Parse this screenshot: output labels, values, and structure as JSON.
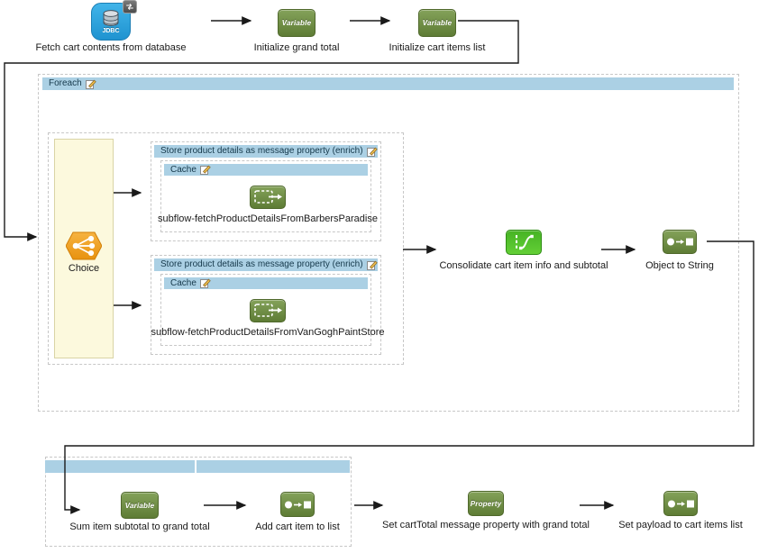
{
  "colors": {
    "scope_header_blue": "#abd0e4",
    "olive_green_component": "#5e7c35",
    "bright_green_component": "#46b324",
    "choice_orange": "#efa21d",
    "choice_lane_yellow": "#fcf9dd",
    "jdbc_blue": "#2aa0d8",
    "connector_black": "#1a1a1a",
    "dashed_border_gray": "#c7c7c7"
  },
  "top_row": {
    "fetch_cart": {
      "label": "Fetch cart contents from database",
      "icon_text": "JDBC"
    },
    "init_grand_total": {
      "label": "Initialize grand total",
      "badge": "Variable"
    },
    "init_cart_items": {
      "label": "Initialize cart items list",
      "badge": "Variable"
    }
  },
  "foreach_scope": {
    "title": "Foreach",
    "choice": {
      "label": "Choice"
    },
    "enricher_top": {
      "title": "Store product details as message property (enrich)",
      "cache_title": "Cache",
      "subflow_label": "subflow-fetchProductDetailsFromBarbersParadise"
    },
    "enricher_bottom": {
      "title": "Store product details as message property (enrich)",
      "cache_title": "Cache",
      "subflow_label": "subflow-fetchProductDetailsFromVanGoghPaintStore"
    },
    "consolidate": {
      "label": "Consolidate cart item info and subtotal"
    },
    "object_to_string": {
      "label": "Object to String"
    }
  },
  "bottom_row": {
    "sum_item_subtotal": {
      "label": "Sum item subtotal to grand total",
      "badge": "Variable"
    },
    "add_cart_item": {
      "label": "Add cart item to list"
    },
    "set_cart_total": {
      "label": "Set cartTotal message property with grand total",
      "badge": "Property"
    },
    "set_payload": {
      "label": "Set payload to cart items list"
    }
  }
}
